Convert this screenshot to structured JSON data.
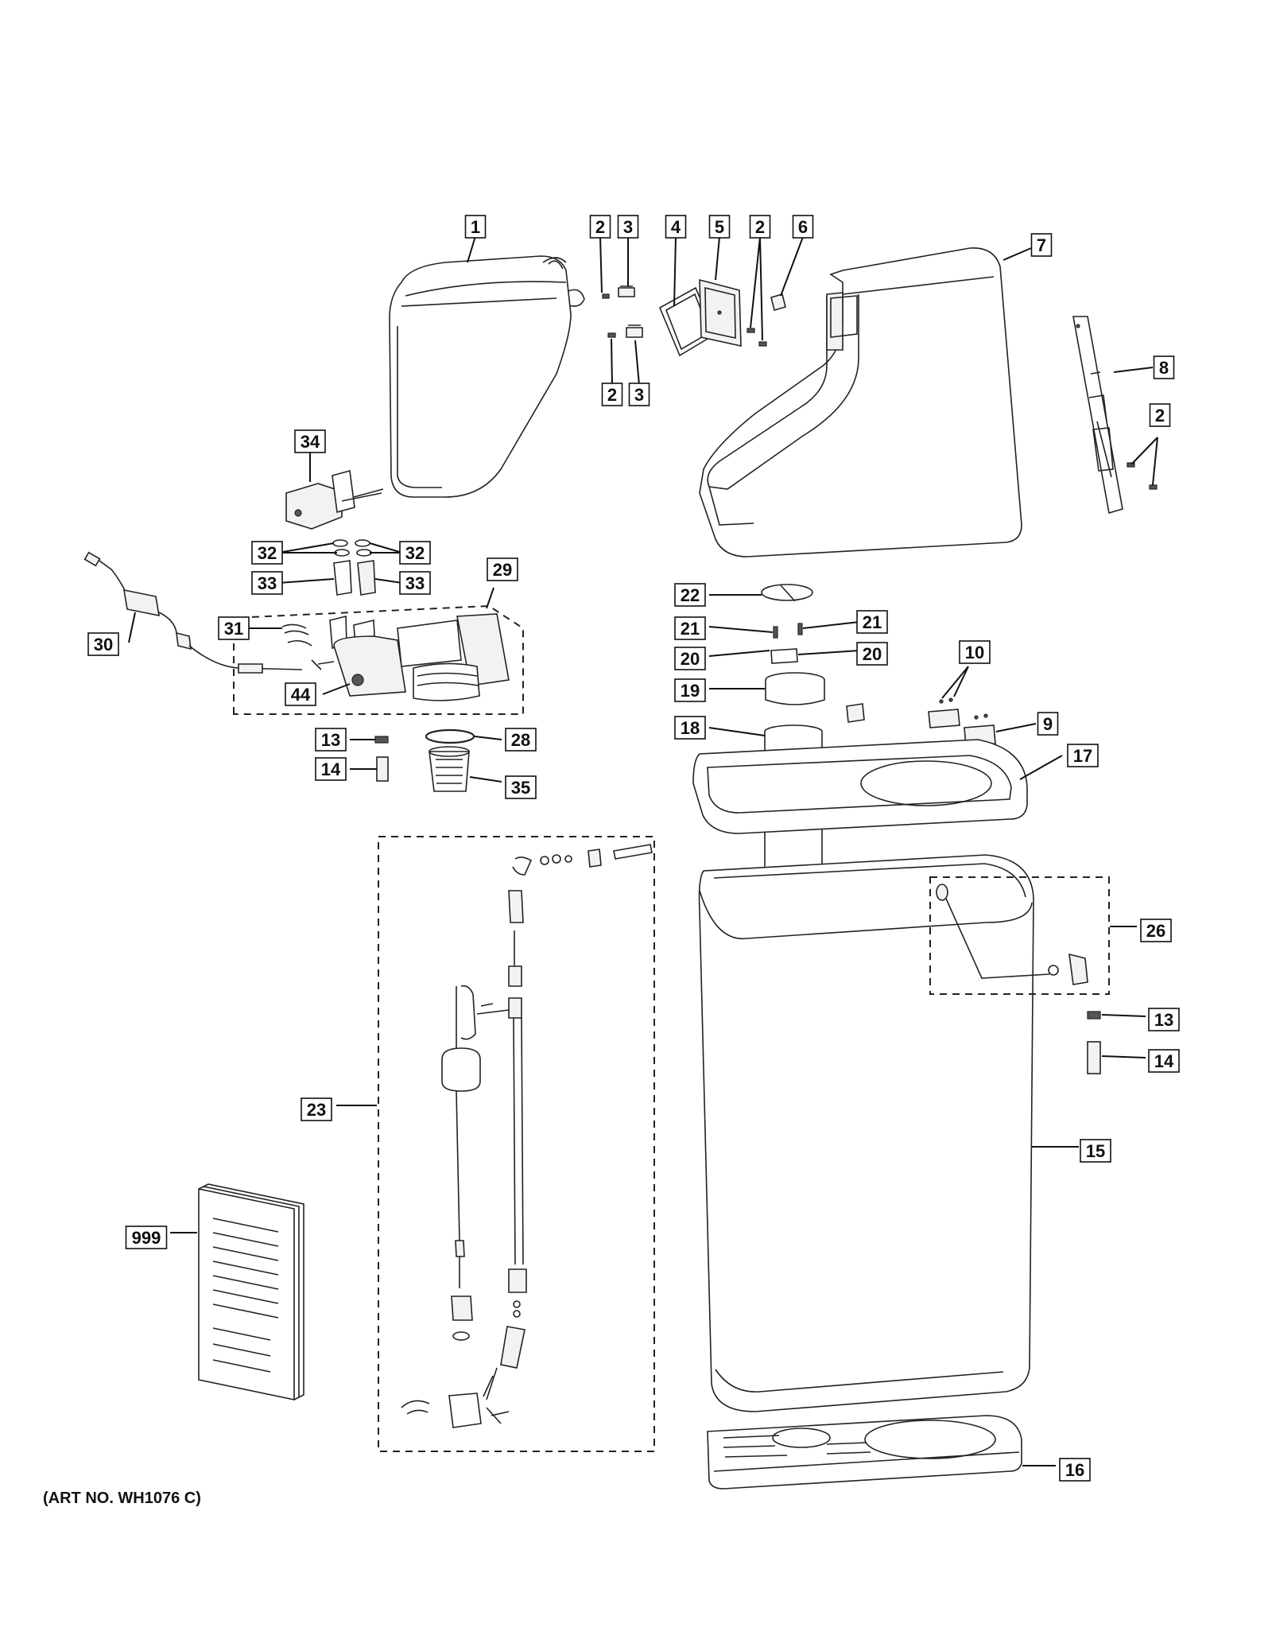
{
  "caption": "(ART NO. WH1076 C)",
  "callouts": [
    {
      "id": "c1",
      "text": "1"
    },
    {
      "id": "c2a",
      "text": "2"
    },
    {
      "id": "c3a",
      "text": "3"
    },
    {
      "id": "c4",
      "text": "4"
    },
    {
      "id": "c5",
      "text": "5"
    },
    {
      "id": "c2b",
      "text": "2"
    },
    {
      "id": "c6",
      "text": "6"
    },
    {
      "id": "c7",
      "text": "7"
    },
    {
      "id": "c2c",
      "text": "2"
    },
    {
      "id": "c3b",
      "text": "3"
    },
    {
      "id": "c8",
      "text": "8"
    },
    {
      "id": "c2d",
      "text": "2"
    },
    {
      "id": "c34",
      "text": "34"
    },
    {
      "id": "c32a",
      "text": "32"
    },
    {
      "id": "c32b",
      "text": "32"
    },
    {
      "id": "c33a",
      "text": "33"
    },
    {
      "id": "c33b",
      "text": "33"
    },
    {
      "id": "c29",
      "text": "29"
    },
    {
      "id": "c30",
      "text": "30"
    },
    {
      "id": "c31",
      "text": "31"
    },
    {
      "id": "c44",
      "text": "44"
    },
    {
      "id": "c13a",
      "text": "13"
    },
    {
      "id": "c28",
      "text": "28"
    },
    {
      "id": "c14a",
      "text": "14"
    },
    {
      "id": "c35",
      "text": "35"
    },
    {
      "id": "c22",
      "text": "22"
    },
    {
      "id": "c21a",
      "text": "21"
    },
    {
      "id": "c21b",
      "text": "21"
    },
    {
      "id": "c20a",
      "text": "20"
    },
    {
      "id": "c20b",
      "text": "20"
    },
    {
      "id": "c10",
      "text": "10"
    },
    {
      "id": "c19",
      "text": "19"
    },
    {
      "id": "c9",
      "text": "9"
    },
    {
      "id": "c18",
      "text": "18"
    },
    {
      "id": "c17",
      "text": "17"
    },
    {
      "id": "c26",
      "text": "26"
    },
    {
      "id": "c13b",
      "text": "13"
    },
    {
      "id": "c14b",
      "text": "14"
    },
    {
      "id": "c23",
      "text": "23"
    },
    {
      "id": "c15",
      "text": "15"
    },
    {
      "id": "c999",
      "text": "999"
    },
    {
      "id": "c16",
      "text": "16"
    }
  ]
}
